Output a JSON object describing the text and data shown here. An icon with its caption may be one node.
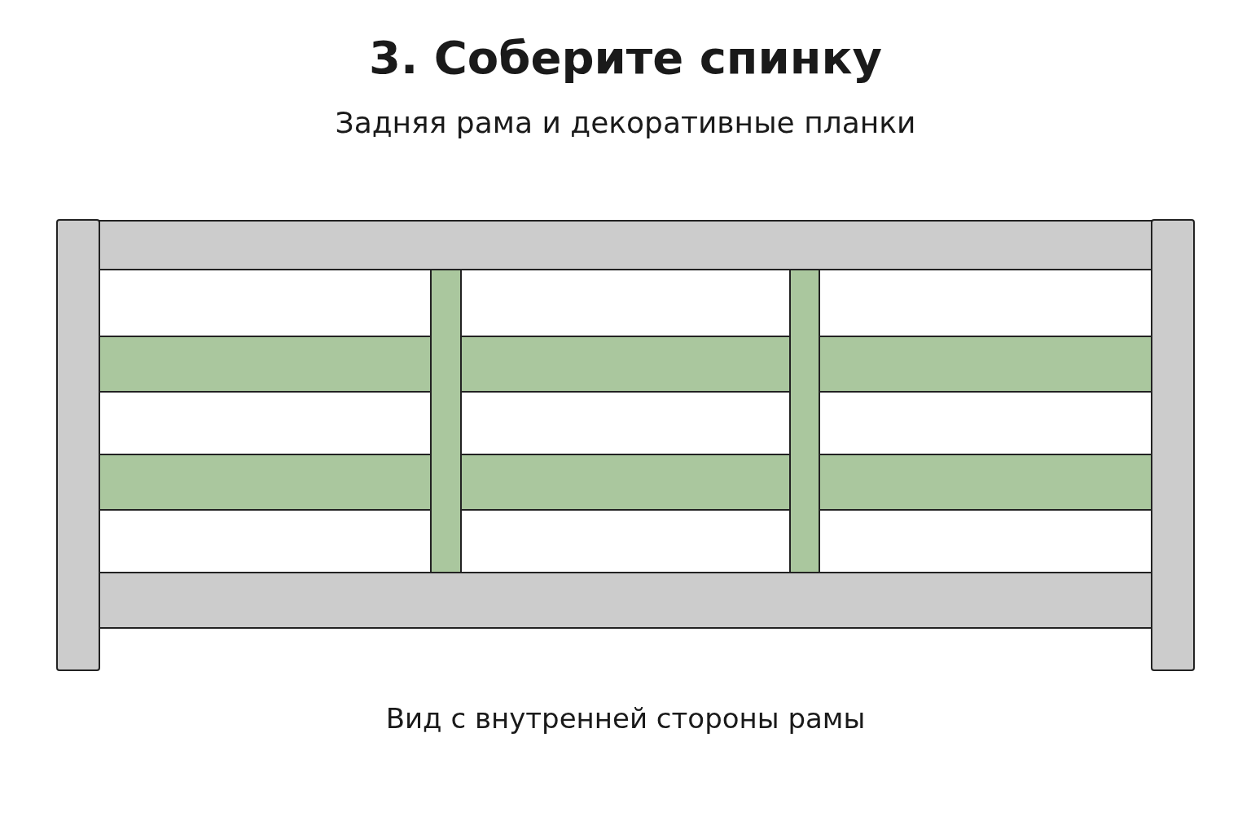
{
  "diagram": {
    "title": "3. Соберите спинку",
    "caption": "Вид с внутренней стороны рамы",
    "labels": [
      "Задняя рама и декоративные планки"
    ]
  }
}
